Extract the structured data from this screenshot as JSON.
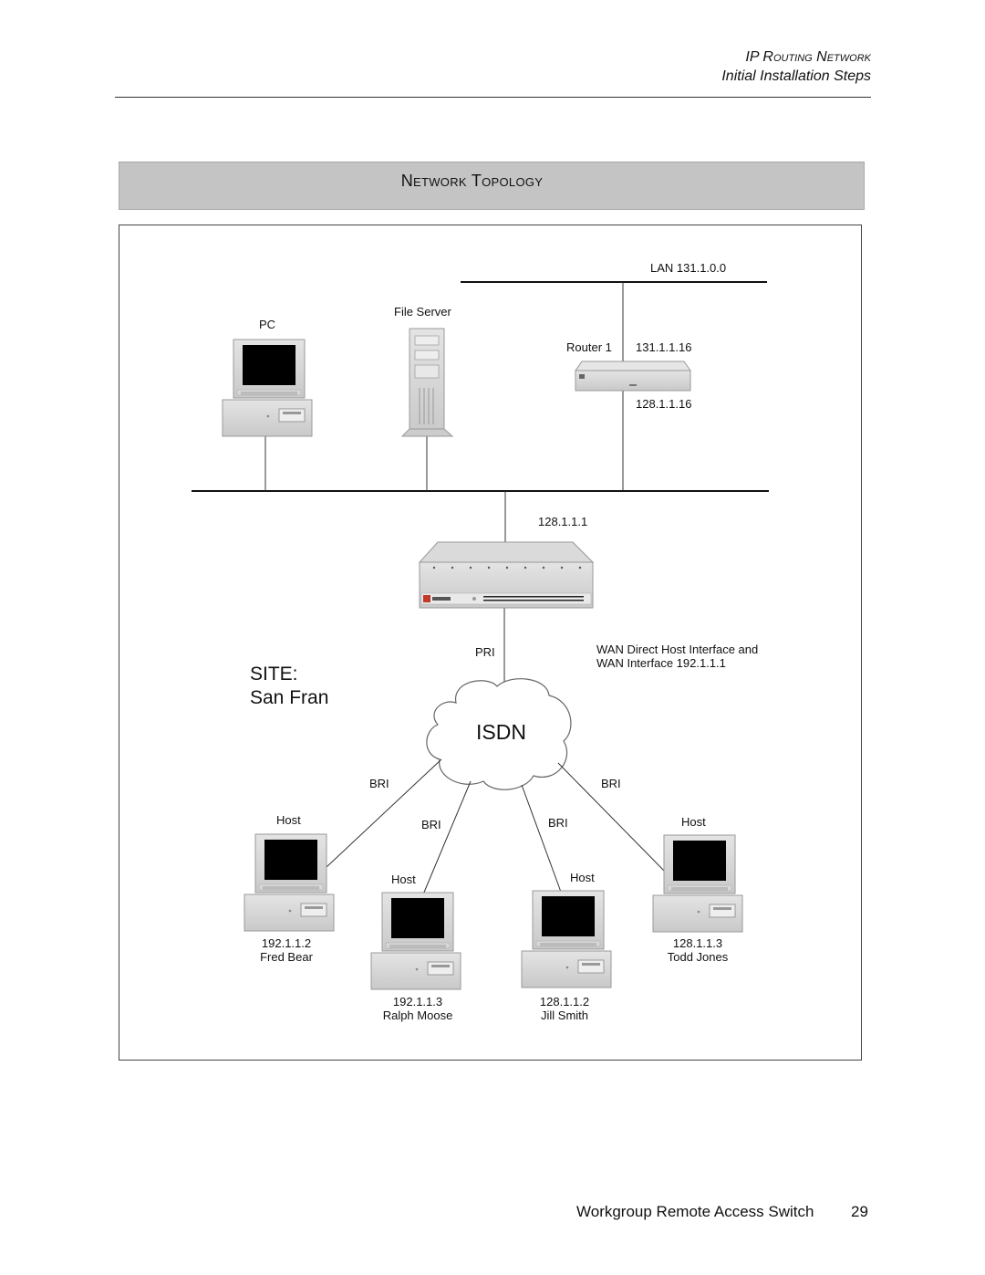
{
  "header": {
    "section": "IP Routing Network",
    "subsection": "Initial Installation Steps"
  },
  "banner": {
    "title": "Network Topology"
  },
  "diagram": {
    "lan_label": "LAN 131.1.0.0",
    "pc_label": "PC",
    "file_server_label": "File Server",
    "router_label": "Router 1",
    "router_ip_top": "131.1.1.16",
    "router_ip_bottom": "128.1.1.16",
    "switch_ip": "128.1.1.1",
    "pri_label": "PRI",
    "wan_note_line1": "WAN Direct Host Interface and",
    "wan_note_line2": "WAN Interface 192.1.1.1",
    "site_line1": "SITE:",
    "site_line2": "San Fran",
    "cloud_label": "ISDN",
    "bri_labels": [
      "BRI",
      "BRI",
      "BRI",
      "BRI"
    ],
    "hosts": [
      {
        "label": "Host",
        "ip": "192.1.1.2",
        "name": "Fred Bear"
      },
      {
        "label": "Host",
        "ip": "192.1.1.3",
        "name": "Ralph Moose"
      },
      {
        "label": "Host",
        "ip": "128.1.1.2",
        "name": "Jill Smith"
      },
      {
        "label": "Host",
        "ip": "128.1.1.3",
        "name": "Todd Jones"
      }
    ]
  },
  "footer": {
    "title": "Workgroup Remote Access Switch",
    "page": "29"
  }
}
